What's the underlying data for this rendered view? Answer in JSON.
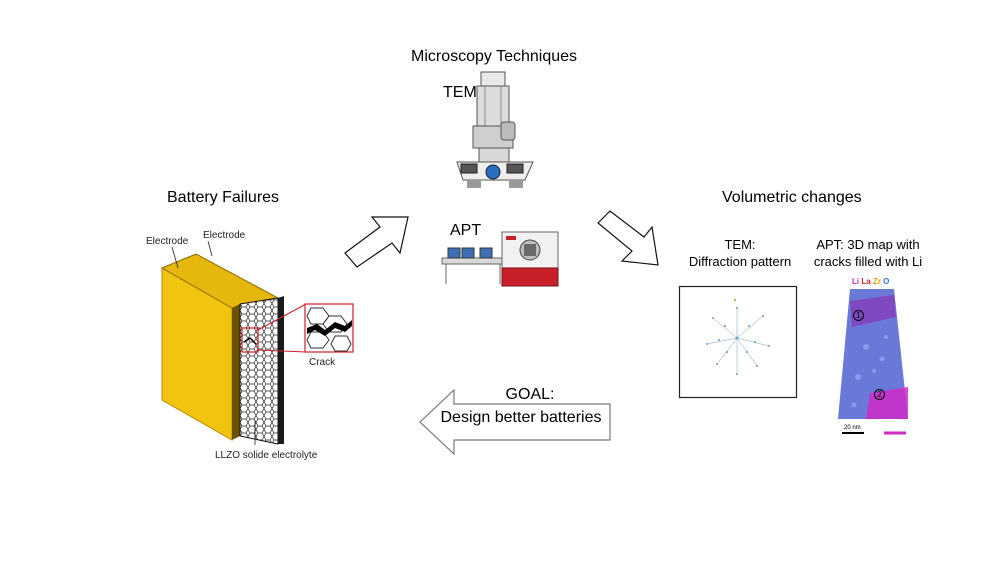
{
  "titles": {
    "microscopy": "Microscopy Techniques",
    "battery_failures": "Battery Failures",
    "volumetric": "Volumetric changes"
  },
  "instruments": {
    "tem": "TEM",
    "apt": "APT"
  },
  "battery": {
    "electrode_left": "Electrode",
    "electrode_right": "Electrode",
    "crack": "Crack",
    "electrolyte": "LLZO solide electrolyte"
  },
  "results": {
    "tem_line1": "TEM:",
    "tem_line2": "Diffraction pattern",
    "apt_line1": "APT: 3D map with",
    "apt_line2": "cracks filled with Li",
    "apt_legend": [
      "Li",
      "La",
      "Zr",
      "O"
    ],
    "marker1": "1",
    "marker2": "2",
    "scale": "20 nm"
  },
  "goal": {
    "line1": "GOAL:",
    "line2": "Design better batteries"
  },
  "colors": {
    "electrode_yellow": "#f2c40f",
    "electrode_dark": "#8a6a00",
    "apt_red": "#c8202a",
    "map_blue": "#6a78d8",
    "map_magenta": "#d02ac8"
  }
}
